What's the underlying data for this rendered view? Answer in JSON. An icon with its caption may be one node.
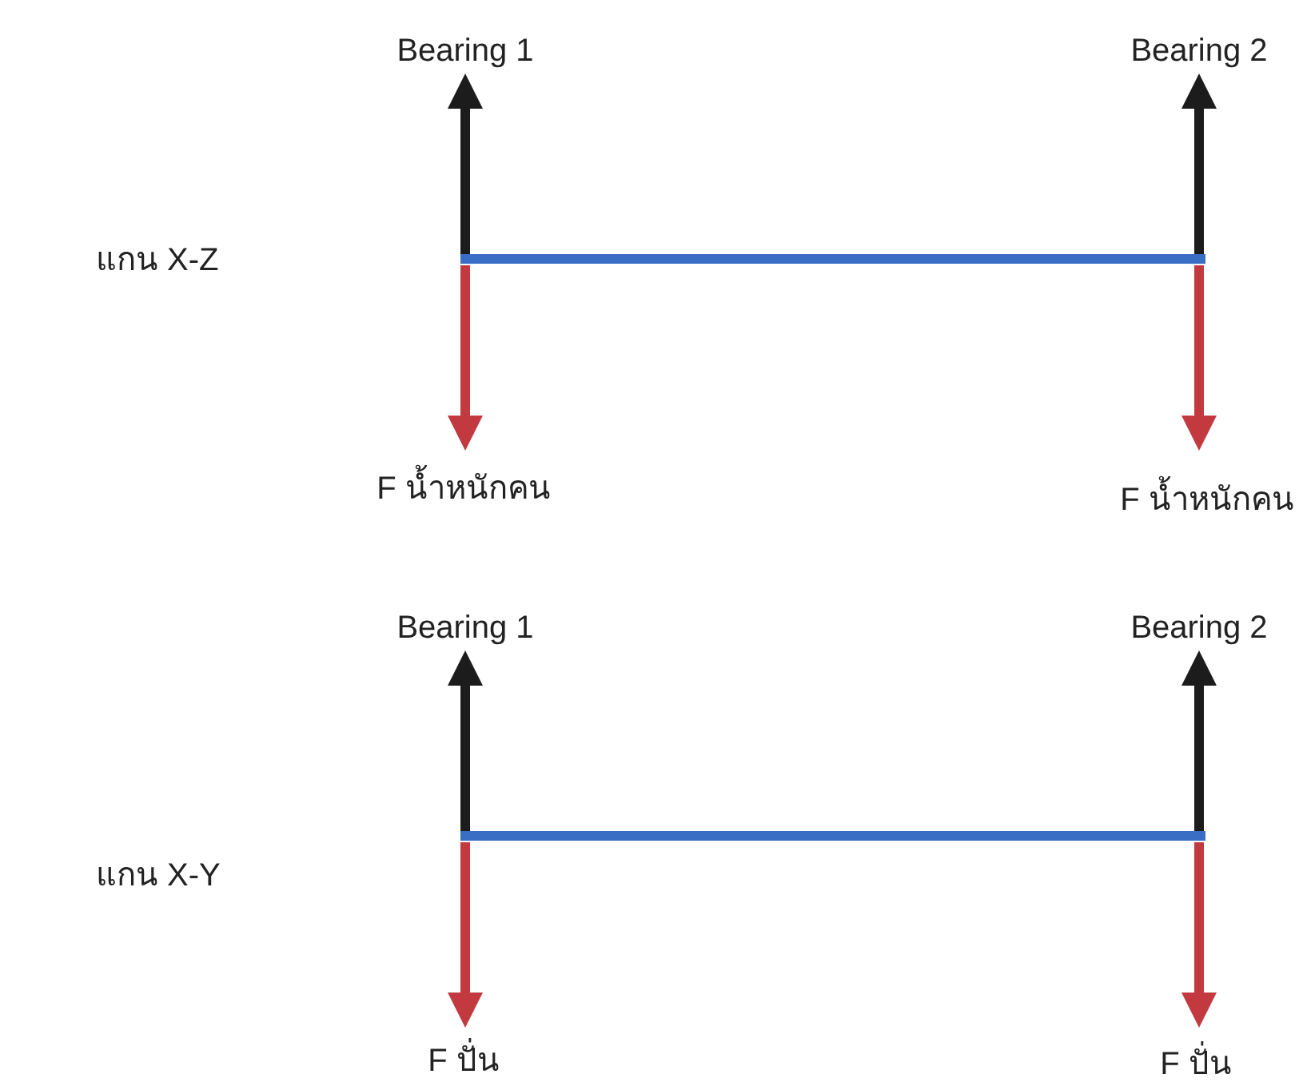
{
  "diagram": {
    "labels": [
      "Bearing 1",
      "Bearing 2",
      "แกน X-Z",
      "F น้ำหนักคน",
      "F น้ำหนักคน",
      "Bearing 1",
      "Bearing 2",
      "แกน X-Y",
      "F ปั่น",
      "F ปั่น"
    ]
  }
}
